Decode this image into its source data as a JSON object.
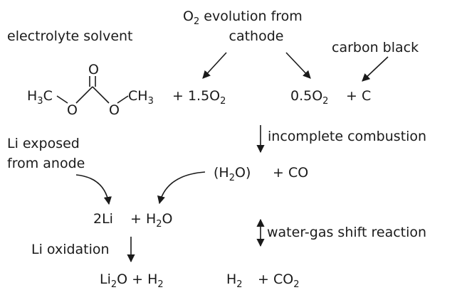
{
  "labels": {
    "electrolyte_solvent": "electrolyte solvent",
    "o2_evolution_l1": "O",
    "o2_evolution_sub": "2",
    "o2_evolution_l1b": " evolution from",
    "o2_evolution_l2": "cathode",
    "carbon_black": "carbon black",
    "li_exposed_l1": "Li exposed",
    "li_exposed_l2": "from anode",
    "incomplete_combustion": "incomplete combustion",
    "water_gas_shift": "water-gas shift reaction",
    "li_oxidation": "Li oxidation"
  },
  "dmc": {
    "h3c_h": "H",
    "h3c_sub": "3",
    "h3c_c": "C",
    "o_carbonyl": "O",
    "o_left": "O",
    "o_right": "O",
    "ch3_ch": "CH",
    "ch3_sub": "3"
  },
  "reactions": {
    "o2_coef": "+ 1.5O",
    "o2_sub": "2",
    "half_o2_pre": "0.5O",
    "half_o2_sub": "2",
    "plus_c": "+ C",
    "h2o_open": "(H",
    "h2o_sub": "2",
    "h2o_close": "O)",
    "plus_co": "+ CO",
    "two_li": "2Li",
    "plus_h2o_pre": "+ H",
    "plus_h2o_sub": "2",
    "plus_h2o_post": "O",
    "li2o_pre": "Li",
    "li2o_sub": "2",
    "li2o_post": "O + H",
    "li2o_h_sub": "2",
    "h2_pre": "H",
    "h2_sub": "2",
    "co2_pre": "+ CO",
    "co2_sub": "2"
  },
  "colors": {
    "ink": "#1a1a1a",
    "background": "#ffffff"
  },
  "icons": [
    "arrow-icon",
    "curved-arrow-icon",
    "double-arrow-icon"
  ]
}
